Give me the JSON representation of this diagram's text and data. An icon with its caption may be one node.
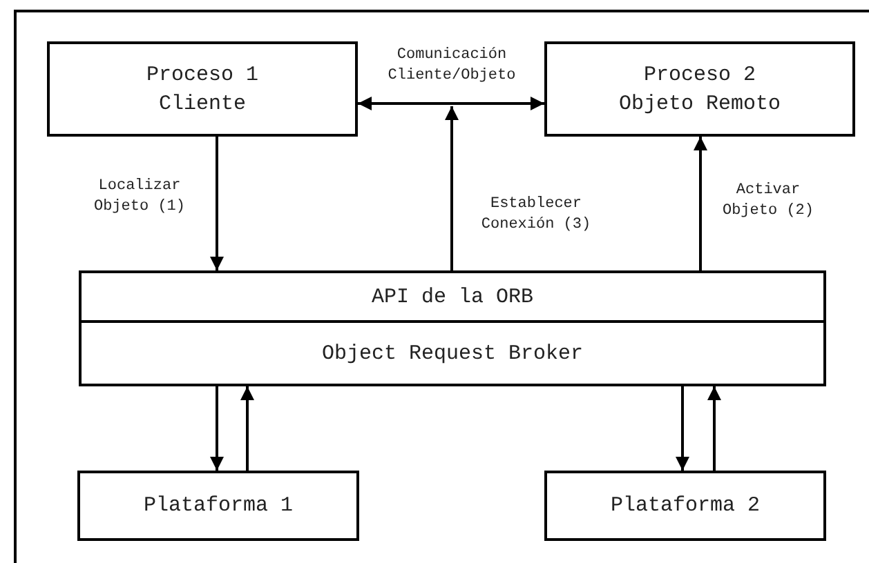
{
  "diagram": {
    "nodes": [
      {
        "text": [
          "Proceso 1 Cliente"
        ]
      },
      {
        "text": [
          "Proceso 2 Objeto Remoto"
        ]
      },
      {
        "text": [
          "API de la ORB"
        ]
      },
      {
        "text": [
          "Object Request Broker"
        ]
      },
      {
        "text": [
          "Plataforma 1"
        ]
      },
      {
        "text": [
          "Plataforma 2"
        ]
      }
    ],
    "edges": [
      {
        "from": 0,
        "to": 1,
        "arrow": "both",
        "label": "Comunicación Cliente/Objeto"
      },
      {
        "from": 0,
        "to": 2,
        "arrow": "to",
        "label": "Localizar Objeto (1)"
      },
      {
        "from": 2,
        "to": null,
        "arrow": "to",
        "label": "Establecer Conexión (3)"
      },
      {
        "from": 2,
        "to": 1,
        "arrow": "to",
        "label": "Activar Objeto (2)"
      },
      {
        "from": 3,
        "to": 4,
        "arrow": "to"
      },
      {
        "from": 4,
        "to": 3,
        "arrow": "to"
      },
      {
        "from": 3,
        "to": 5,
        "arrow": "to"
      },
      {
        "from": 5,
        "to": 3,
        "arrow": "to"
      }
    ]
  }
}
